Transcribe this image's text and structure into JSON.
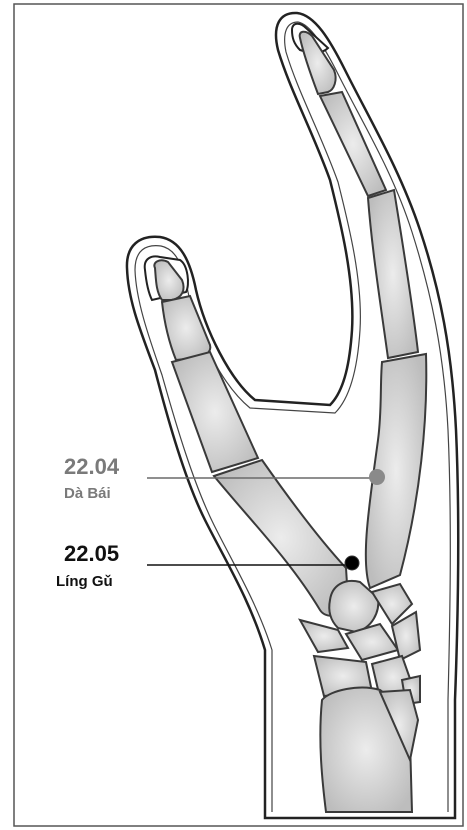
{
  "points": [
    {
      "code": "22.04",
      "name": "Dà Bái",
      "color": "#7a7a7a",
      "dot_color": "#8a8a8a"
    },
    {
      "code": "22.05",
      "name": "Líng Gǔ",
      "color": "#111111",
      "dot_color": "#000000"
    }
  ],
  "colors": {
    "outline": "#222222",
    "bone_fill": "#d2d2d2",
    "bone_stroke": "#3a3a3a",
    "frame": "#555555"
  }
}
